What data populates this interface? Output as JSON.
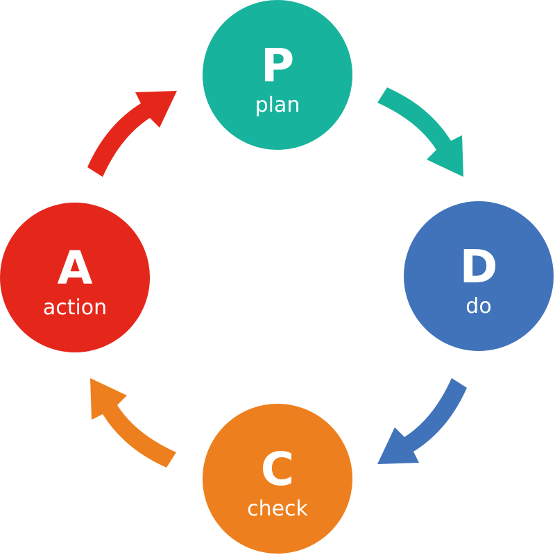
{
  "cycle": {
    "stages": [
      {
        "key": "plan",
        "letter": "P",
        "word": "plan",
        "color": "#17b39c"
      },
      {
        "key": "do",
        "letter": "D",
        "word": "do",
        "color": "#4173bb"
      },
      {
        "key": "check",
        "letter": "C",
        "word": "check",
        "color": "#ee7f1e"
      },
      {
        "key": "action",
        "letter": "A",
        "word": "action",
        "color": "#e5271b"
      }
    ],
    "arrows": [
      {
        "from": "plan",
        "to": "do",
        "color": "#17b39c"
      },
      {
        "from": "do",
        "to": "check",
        "color": "#4173bb"
      },
      {
        "from": "check",
        "to": "action",
        "color": "#ee7f1e"
      },
      {
        "from": "action",
        "to": "plan",
        "color": "#e5271b"
      }
    ]
  }
}
